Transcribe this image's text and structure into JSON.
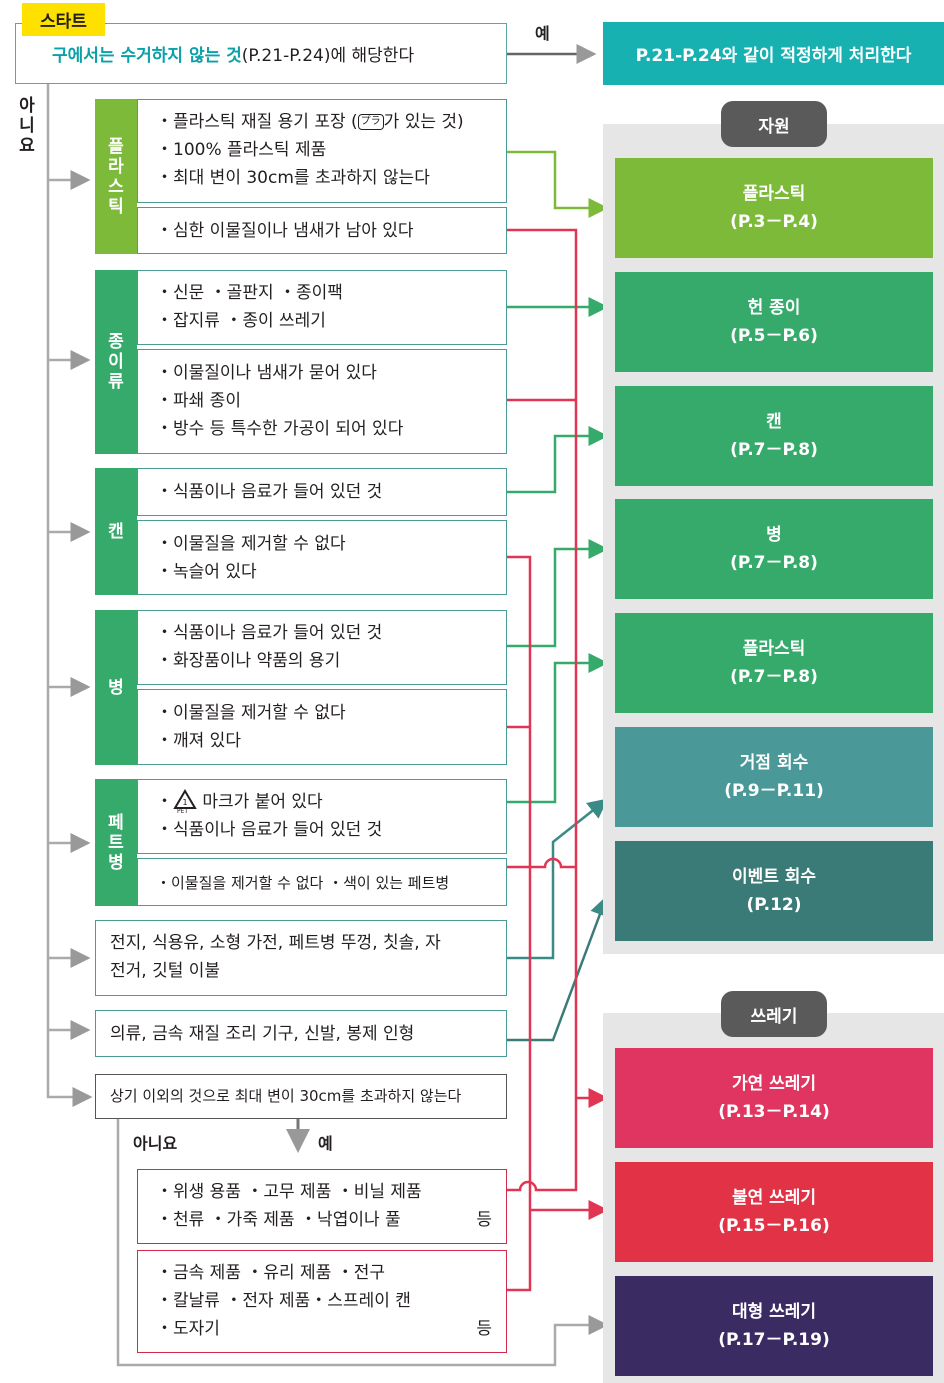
{
  "start": {
    "tag": "스타트",
    "question_highlight": "구에서는 수거하지 않는 것",
    "question_rest": "(P.21-P.24)에 해당한다",
    "yes_label": "예",
    "no_label": [
      "아",
      "니",
      "요"
    ]
  },
  "top_result": "P.21-P.24와 같이 적정하게 처리한다",
  "categories": {
    "plastic": {
      "label": [
        "플",
        "라",
        "스",
        "틱"
      ],
      "resource_lines": [
        "・플라스틱 재질 용기 포장 (",
        "가 있는 것)",
        "・100% 플라스틱 제품",
        "・최대 변이 30cm를 초과하지 않는다"
      ],
      "plastic_mark": "プラ",
      "waste_lines": [
        "・심한 이물질이나 냄새가 남아 있다"
      ]
    },
    "paper": {
      "label": [
        "종",
        "이",
        "류"
      ],
      "resource_lines": [
        "・신문  ・골판지  ・종이팩",
        "・잡지류  ・종이 쓰레기"
      ],
      "waste_lines": [
        "・이물질이나 냄새가 묻어 있다",
        "・파쇄 종이",
        "・방수 등 특수한 가공이 되어 있다"
      ]
    },
    "can": {
      "label": [
        "캔"
      ],
      "resource_lines": [
        "・식품이나 음료가 들어 있던 것"
      ],
      "waste_lines": [
        "・이물질을 제거할 수 없다",
        "・녹슬어 있다"
      ]
    },
    "bottle": {
      "label": [
        "병"
      ],
      "resource_lines": [
        "・식품이나 음료가 들어 있던 것",
        "・화장품이나 약품의 용기"
      ],
      "waste_lines": [
        "・이물질을 제거할 수 없다",
        "・깨져 있다"
      ]
    },
    "pet": {
      "label": [
        "페",
        "트",
        "병"
      ],
      "resource_lines": [
        "・",
        " 마크가 붙어 있다",
        "・식품이나 음료가 들어 있던 것"
      ],
      "pet_mark": "PET",
      "waste_lines": [
        "・이물질을 제거할 수 없다  ・색이 있는 페트병"
      ]
    }
  },
  "base_items": {
    "item1": [
      "전지, 식용유, 소형 가전, 페트병 뚜껑, 칫솔, 자",
      "전거, 깃털 이불"
    ],
    "item2": [
      "의류, 금속 재질 조리 기구, 신발, 봉제 인형"
    ],
    "item3": [
      "상기 이외의 것으로 최대 변이 30cm를 초과하지 않는다"
    ]
  },
  "final_branch": {
    "no_label": "아니요",
    "yes_label": "예"
  },
  "burnable_box": {
    "lines": [
      "・위생 용품  ・고무 제품  ・비닐 제품",
      "・천류  ・가죽 제품  ・낙엽이나 풀"
    ],
    "etc": "등"
  },
  "nonburnable_box": {
    "lines": [
      "・금속 제품  ・유리 제품  ・전구",
      "・칼날류  ・전자 제품・스프레이 캔",
      "・도자기"
    ],
    "etc": "등"
  },
  "panels": {
    "resources": "자원",
    "garbage": "쓰레기"
  },
  "results": {
    "plastic": {
      "name": "플라스틱",
      "pages": "(P.3－P.4)"
    },
    "paper": {
      "name": "헌 종이",
      "pages": "(P.5－P.6)"
    },
    "can": {
      "name": "캔",
      "pages": "(P.7－P.8)"
    },
    "bottle": {
      "name": "병",
      "pages": "(P.7－P.8)"
    },
    "plastic2": {
      "name": "플라스틱",
      "pages": "(P.7－P.8)"
    },
    "collection": {
      "name": "거점 회수",
      "pages": "(P.9－P.11)"
    },
    "event": {
      "name": "이벤트 회수",
      "pages": "(P.12)"
    },
    "burnable": {
      "name": "가연 쓰레기",
      "pages": "(P.13－P.14)"
    },
    "nonburnable": {
      "name": "불연 쓰레기",
      "pages": "(P.15－P.16)"
    },
    "oversized": {
      "name": "대형 쓰레기",
      "pages": "(P.17－P.19)"
    }
  },
  "colors": {
    "plastic_green": "#7dba3a",
    "resource_green": "#35aa6b",
    "teal": "#4a9898",
    "dark_teal": "#3a7b78",
    "pink": "#e03560",
    "red": "#e23246",
    "purple": "#3a2b63",
    "top_teal": "#17b1b2"
  }
}
